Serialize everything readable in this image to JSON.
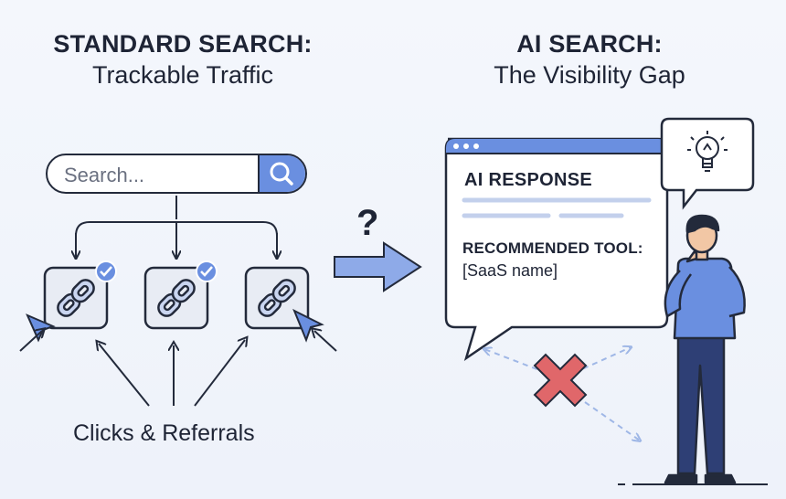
{
  "left_panel": {
    "title": "STANDARD SEARCH:",
    "subtitle": "Trackable Traffic",
    "search_placeholder": "Search...",
    "caption": "Clicks & Referrals"
  },
  "middle": {
    "question": "?"
  },
  "right_panel": {
    "title": "AI SEARCH:",
    "subtitle": "The Visibility Gap",
    "response_title": "AI RESPONSE",
    "recommended_label": "RECOMMENDED TOOL:",
    "saas_name": "[SaaS name]"
  },
  "icons": [
    "search-icon",
    "link-icon",
    "check-badge-icon",
    "cursor-icon",
    "lightbulb-icon",
    "cross-icon",
    "person-figure"
  ],
  "colors": {
    "accent": "#6a8fe0",
    "ink": "#232a3b",
    "cross": "#e0676a"
  }
}
